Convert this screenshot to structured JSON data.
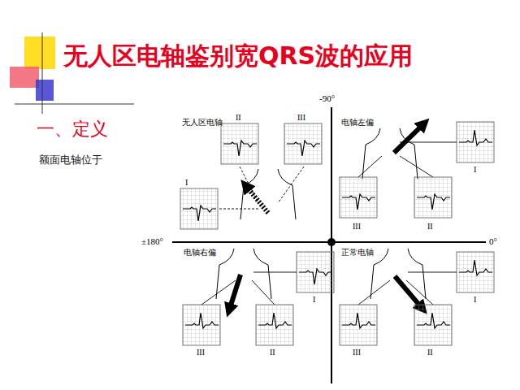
{
  "diagram": {
    "title": "无人区电轴鉴别宽QRS波的应用",
    "labels": [
      "一、定义",
      "额面电轴位于",
      "-90°",
      "0°",
      "±180°",
      "无人区电轴",
      "II",
      "III",
      "I",
      "电轴左偏",
      "I",
      "III",
      "II",
      "电轴右偏",
      "I",
      "III",
      "II",
      "正常电轴",
      "I",
      "III",
      "II"
    ]
  }
}
